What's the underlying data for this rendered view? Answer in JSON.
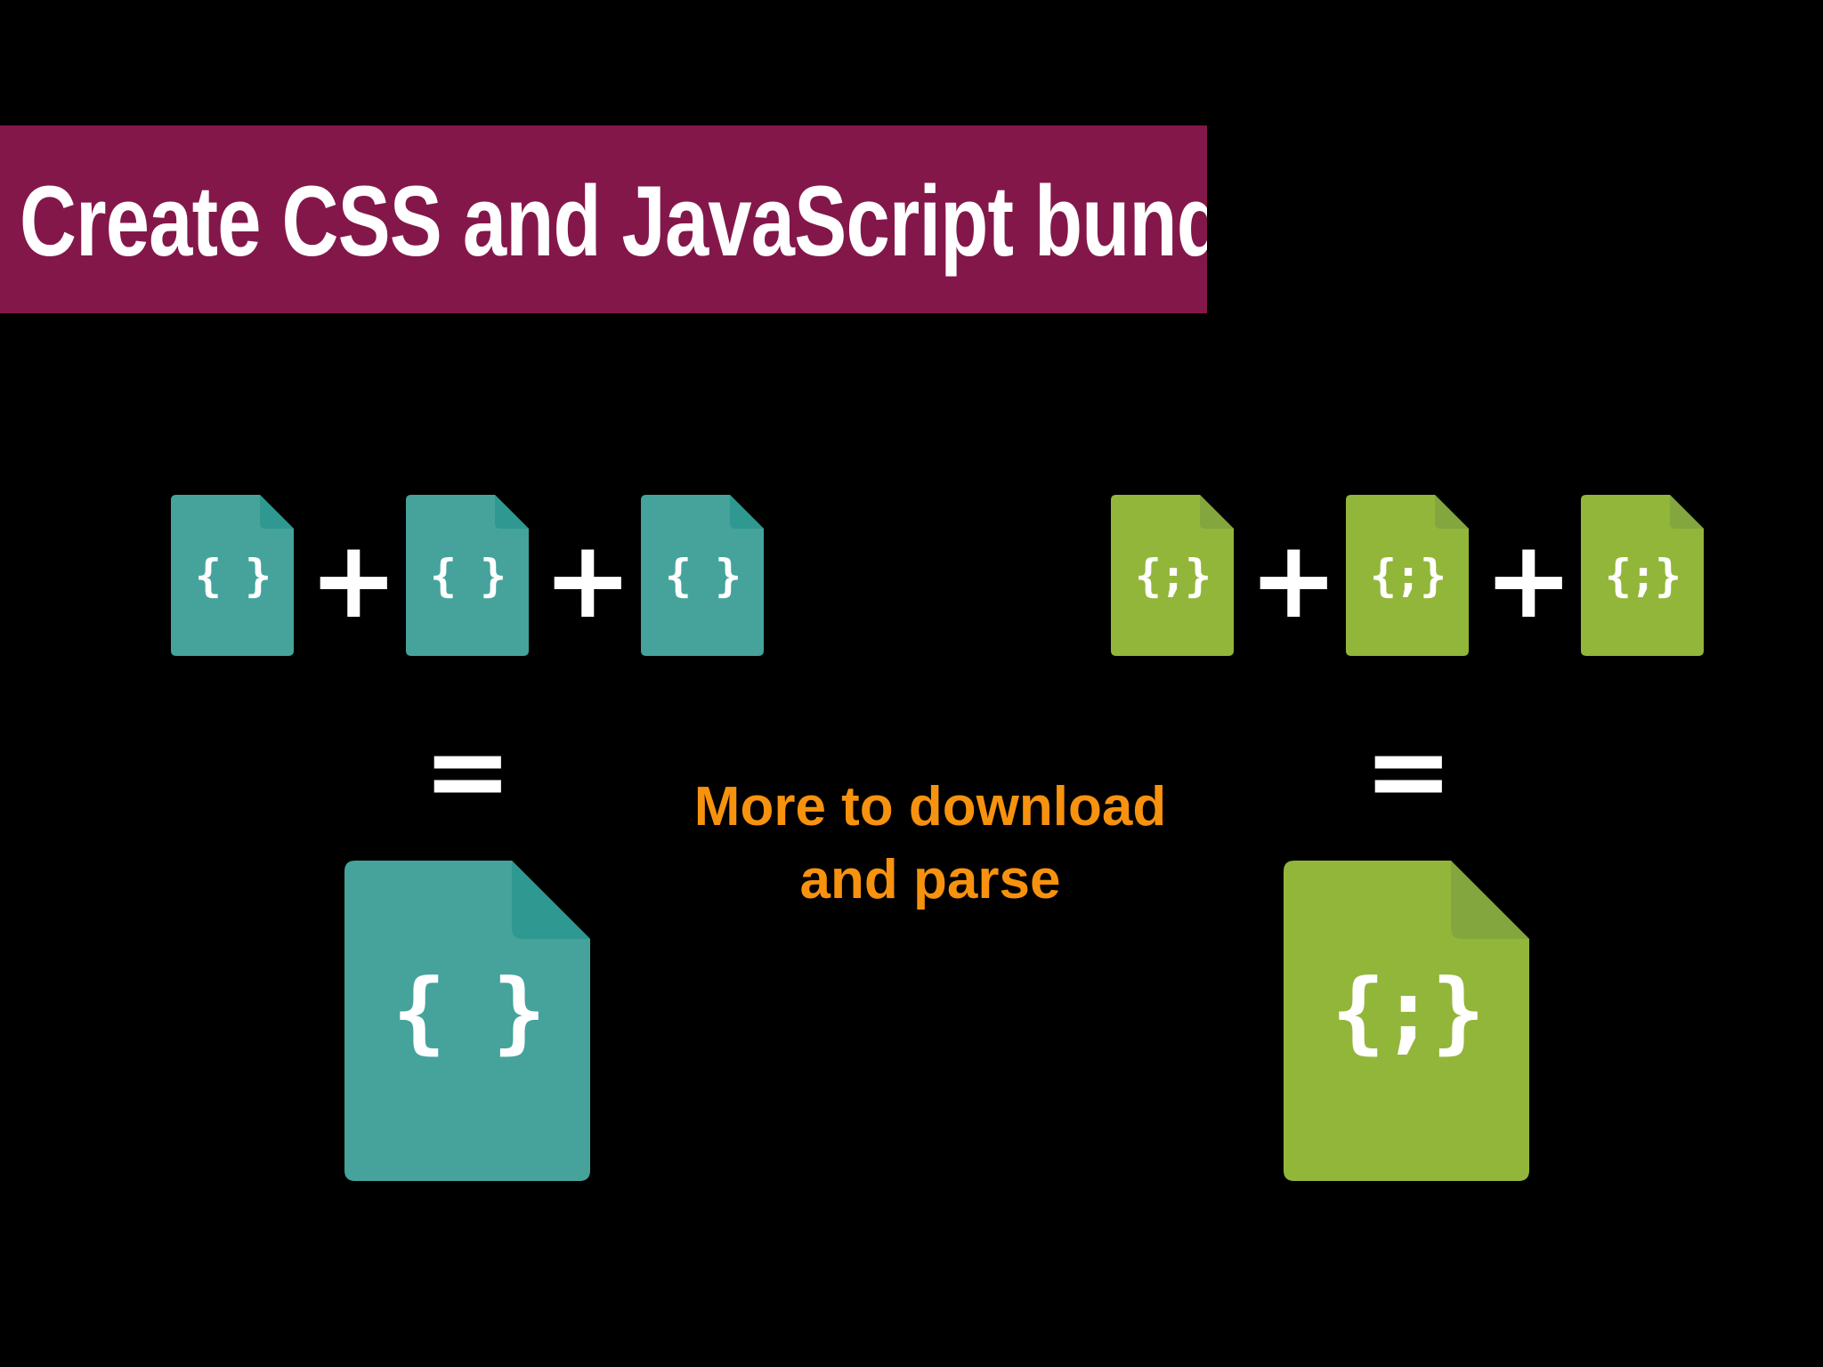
{
  "slide": {
    "title": "Create CSS and JavaScript bundles",
    "note_lines": [
      "More to download",
      "and parse"
    ]
  },
  "operators": {
    "plus": "+",
    "equals": "="
  },
  "css_group": {
    "icon": "css-file-icon",
    "glyph": "{ }",
    "color": "#45a39c",
    "fold_color": "#2f9991"
  },
  "js_group": {
    "icon": "js-file-icon",
    "glyph": "{;}",
    "color": "#92b63a",
    "fold_color": "#84a63e"
  },
  "colors": {
    "background": "#000000",
    "banner": "#84174a",
    "note": "#f7920f",
    "text": "#ffffff"
  }
}
